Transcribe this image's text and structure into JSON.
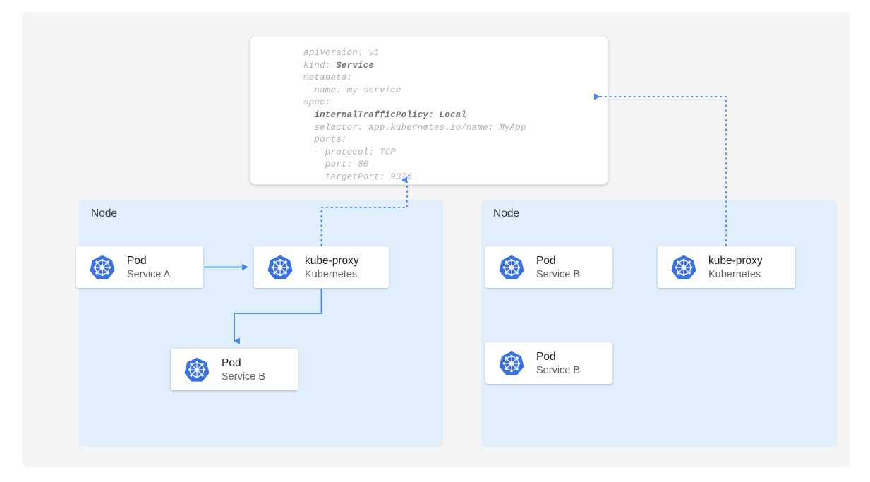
{
  "canvas": {
    "background": "#f4f4f5"
  },
  "theme": {
    "accent": "#4285f4",
    "node_panel_bg": "#e1effc",
    "card_bg": "#ffffff",
    "title_color": "#202124",
    "subtitle_color": "#5f6368",
    "yaml_text_color": "#aeb2b7",
    "yaml_emphasis_color": "#6f7479"
  },
  "yaml": {
    "lines": [
      {
        "text": "apiVersion: v1",
        "emphasis": null
      },
      {
        "text": "kind: ",
        "emphasis": "Service"
      },
      {
        "text": "metadata:",
        "emphasis": null
      },
      {
        "text": "  name: my-service",
        "emphasis": null
      },
      {
        "text": "spec:",
        "emphasis": null
      },
      {
        "text": "  ",
        "emphasis": "internalTrafficPolicy: Local"
      },
      {
        "text": "  selector: app.kubernetes.io/name: MyApp",
        "emphasis": null
      },
      {
        "text": "  ports:",
        "emphasis": null
      },
      {
        "text": "  - protocol: TCP",
        "emphasis": null
      },
      {
        "text": "    port: 80",
        "emphasis": null
      },
      {
        "text": "    targetPort: 9376",
        "emphasis": null
      }
    ],
    "line_0": "apiVersion: v1",
    "line_1_prefix": "kind: ",
    "line_1_bold": "Service",
    "line_2": "metadata:",
    "line_3": "  name: my-service",
    "line_4": "spec:",
    "line_5_indent": "  ",
    "line_5_bold": "internalTrafficPolicy: Local",
    "line_6": "  selector: app.kubernetes.io/name: MyApp",
    "line_7": "  ports:",
    "line_8": "  - protocol: TCP",
    "line_9": "    port: 80",
    "line_10": "    targetPort: 9376"
  },
  "nodes": [
    {
      "label": "Node",
      "cards": [
        {
          "title": "Pod",
          "subtitle": "Service A",
          "icon": "kubernetes-icon"
        },
        {
          "title": "kube-proxy",
          "subtitle": "Kubernetes",
          "icon": "kubernetes-icon"
        },
        {
          "title": "Pod",
          "subtitle": "Service B",
          "icon": "kubernetes-icon"
        }
      ]
    },
    {
      "label": "Node",
      "cards": [
        {
          "title": "Pod",
          "subtitle": "Service B",
          "icon": "kubernetes-icon"
        },
        {
          "title": "kube-proxy",
          "subtitle": "Kubernetes",
          "icon": "kubernetes-icon"
        },
        {
          "title": "Pod",
          "subtitle": "Service B",
          "icon": "kubernetes-icon"
        }
      ]
    }
  ],
  "left_node": {
    "label": "Node",
    "pod_a_title": "Pod",
    "pod_a_sub": "Service A",
    "proxy_title": "kube-proxy",
    "proxy_sub": "Kubernetes",
    "pod_b_title": "Pod",
    "pod_b_sub": "Service B"
  },
  "right_node": {
    "label": "Node",
    "pod_b1_title": "Pod",
    "pod_b1_sub": "Service B",
    "proxy_title": "kube-proxy",
    "proxy_sub": "Kubernetes",
    "pod_b2_title": "Pod",
    "pod_b2_sub": "Service B"
  },
  "connectors": [
    {
      "name": "pod-a-to-kube-proxy",
      "style": "solid",
      "arrow": true
    },
    {
      "name": "kube-proxy-to-pod-b",
      "style": "solid",
      "arrow": true
    },
    {
      "name": "left-kube-proxy-to-service-config",
      "style": "dotted",
      "arrow": true
    },
    {
      "name": "right-kube-proxy-to-service-config",
      "style": "dotted",
      "arrow": true
    }
  ]
}
